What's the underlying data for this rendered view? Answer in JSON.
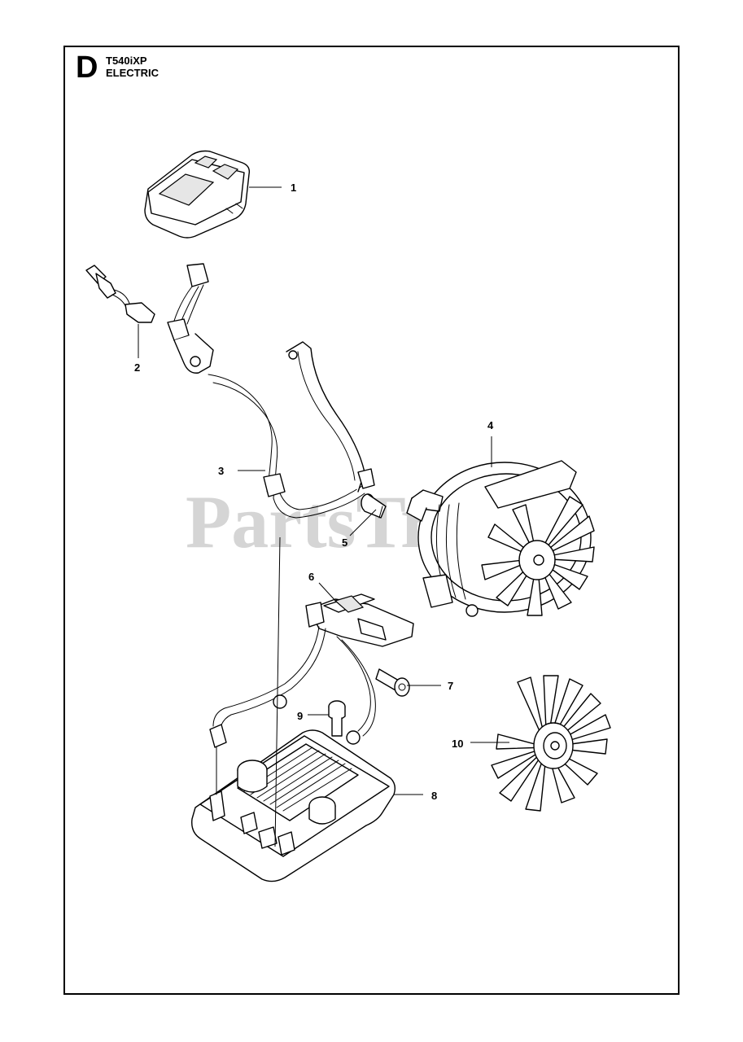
{
  "header": {
    "section_letter": "D",
    "model": "T540iXP",
    "category": "ELECTRIC"
  },
  "watermark": "PartsTree",
  "parts": [
    {
      "number": "1"
    },
    {
      "number": "2"
    },
    {
      "number": "3"
    },
    {
      "number": "4"
    },
    {
      "number": "5"
    },
    {
      "number": "6"
    },
    {
      "number": "7"
    },
    {
      "number": "8"
    },
    {
      "number": "9"
    },
    {
      "number": "10"
    }
  ]
}
